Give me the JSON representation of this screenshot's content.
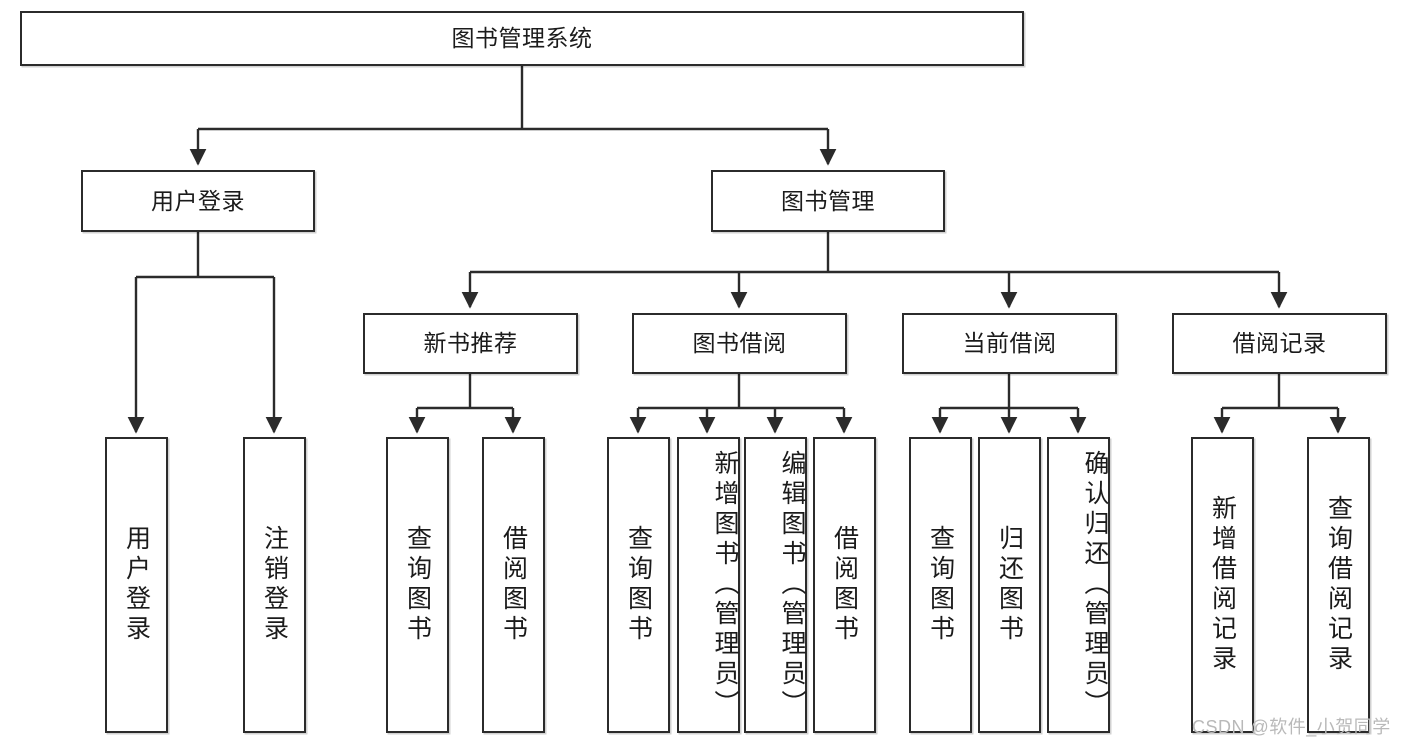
{
  "diagram": {
    "title": "图书管理系统",
    "type": "tree-hierarchy",
    "root": {
      "label": "图书管理系统"
    },
    "level2": [
      {
        "label": "用户登录"
      },
      {
        "label": "图书管理"
      }
    ],
    "level3": [
      {
        "label": "新书推荐"
      },
      {
        "label": "图书借阅"
      },
      {
        "label": "当前借阅"
      },
      {
        "label": "借阅记录"
      }
    ],
    "leaves": {
      "user_login": [
        {
          "label": "用户登录"
        },
        {
          "label": "注销登录"
        }
      ],
      "new_book_recommend": [
        {
          "label": "查询图书"
        },
        {
          "label": "借阅图书"
        }
      ],
      "book_borrow": [
        {
          "label": "查询图书"
        },
        {
          "label": "新增图书（管理员）"
        },
        {
          "label": "编辑图书（管理员）"
        },
        {
          "label": "借阅图书"
        }
      ],
      "current_borrow": [
        {
          "label": "查询图书"
        },
        {
          "label": "归还图书"
        },
        {
          "label": "确认归还（管理员）"
        }
      ],
      "borrow_record": [
        {
          "label": "新增借阅记录"
        },
        {
          "label": "查询借阅记录"
        }
      ]
    }
  },
  "watermark": {
    "text": "CSDN @软件_小贺同学"
  },
  "colors": {
    "stroke": "#2b2b2b",
    "text": "#1b1b1b",
    "background": "#ffffff",
    "watermark": "#b9b9b9"
  }
}
